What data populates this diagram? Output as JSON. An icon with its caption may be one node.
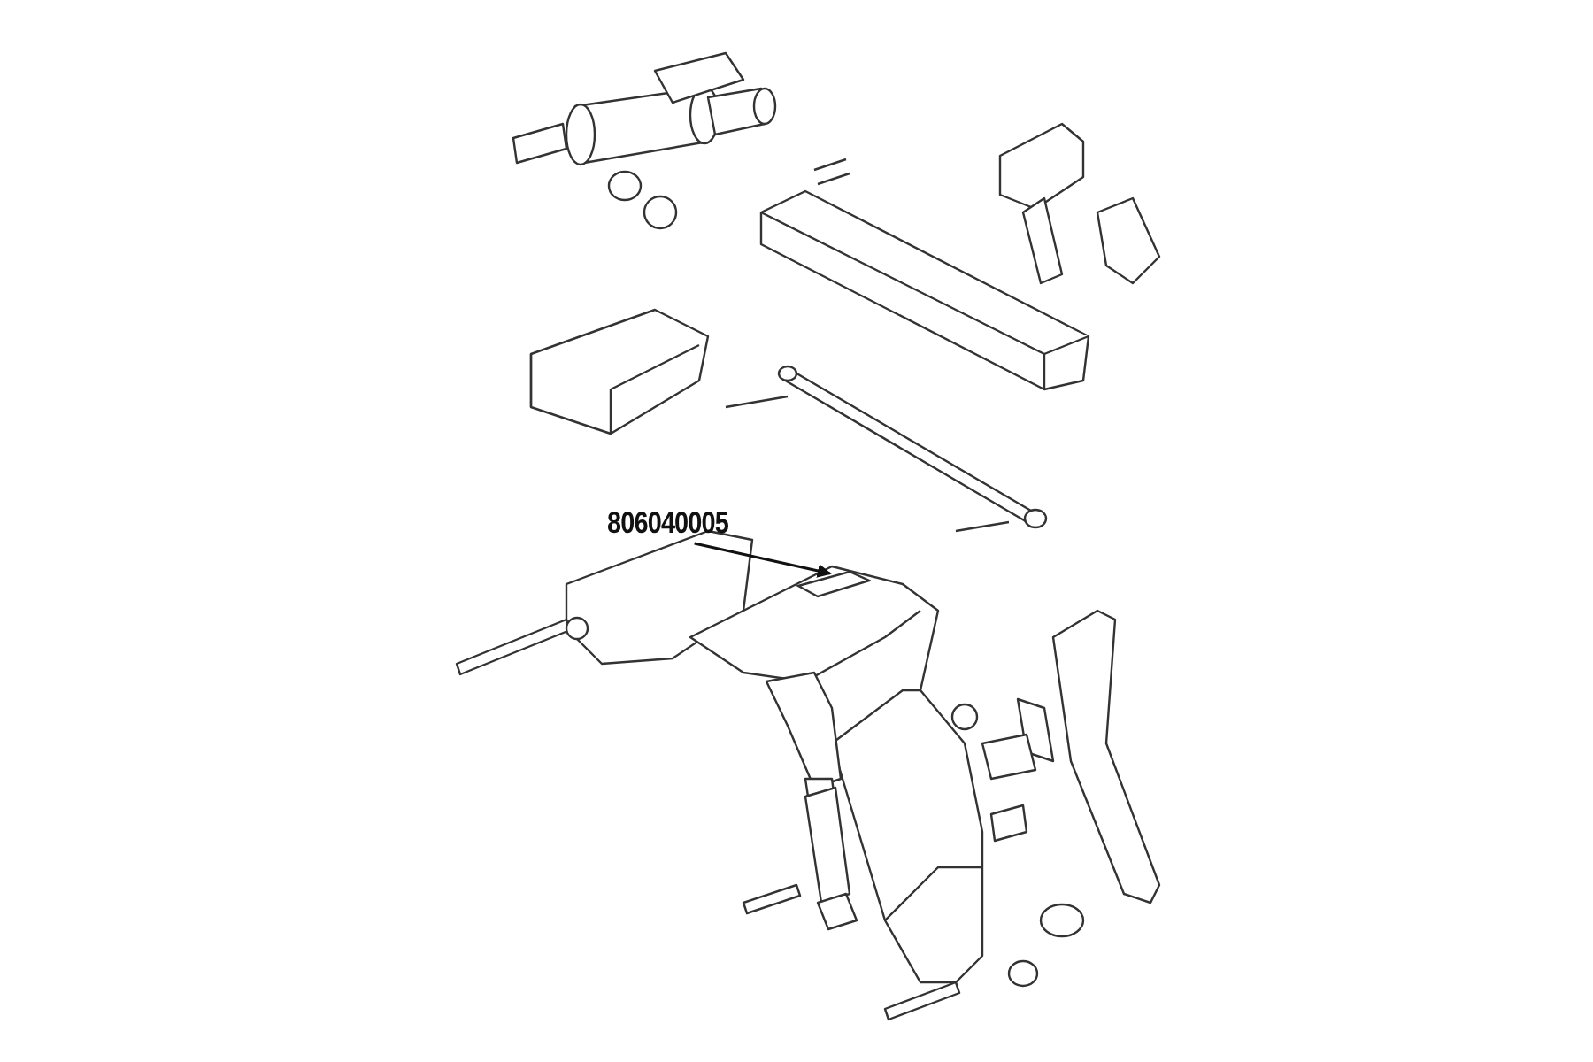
{
  "diagram": {
    "nodes": [
      {
        "text": [
          "806040005"
        ]
      },
      {
        "text": [],
        "shape": "picture"
      }
    ],
    "edges": [
      {
        "from": 0,
        "to": 1,
        "arrow": "to"
      }
    ]
  }
}
